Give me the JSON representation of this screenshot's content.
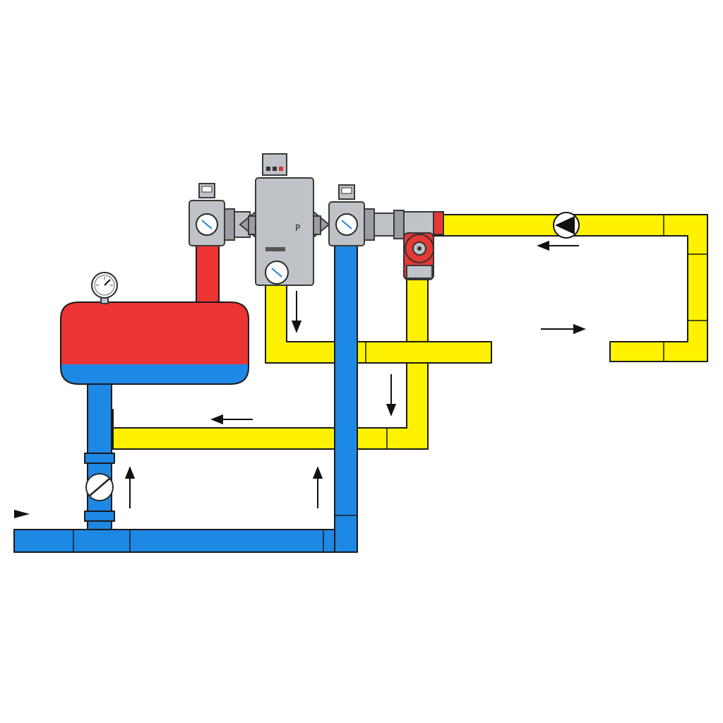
{
  "colors": {
    "hot": "#ee3333",
    "cold": "#1e88e5",
    "mixed": "#fff200",
    "metal": "#bfc2c6",
    "pump_red": "#e53935",
    "background": "#ffffff"
  },
  "components": {
    "tank": "expansion-tank",
    "tank_gauge": "pressure-gauge-icon",
    "mixing_valve": "thermostatic-mixing-valve",
    "left_check_valve": "check-valve",
    "right_check_valve": "check-valve",
    "pump_valve": "red-ball-valve",
    "circulator": "circulator-pump-icon",
    "cold_inlet_valve": "shutoff-valve-icon"
  },
  "flow_directions": {
    "top_return": "left",
    "middle_supply": "right",
    "lower_recirc": "left",
    "mixed_down_1": "down",
    "mixed_down_2": "down",
    "cold_up_1": "up",
    "cold_up_2": "up",
    "cold_inlet": "right"
  }
}
